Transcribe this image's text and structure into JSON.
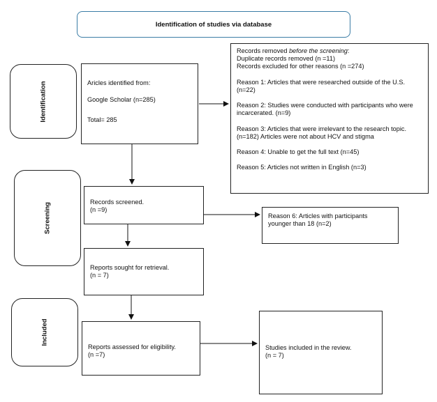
{
  "title": "Identification of studies via database",
  "phases": {
    "identification": "Identification",
    "screening": "Screening",
    "included": "Included"
  },
  "identified": {
    "heading": "Aricles identified from:",
    "source": "Google Scholar (n=285)",
    "total": "Total= 285"
  },
  "removed": {
    "intro_prefix": "Records removed ",
    "intro_em": "before the screening",
    "intro_suffix": ":",
    "duplicates": "Duplicate records removed (n =11)",
    "excluded": "Records excluded for other reasons (n =274)",
    "reason1": "Reason 1: Articles that were researched outside of the U.S. (n=22)",
    "reason2": "Reason 2: Studies were conducted with participants who were incarcerated. (n=9)",
    "reason3": "Reason 3: Articles that were irrelevant to the research topic. (n=182) Articles were not about HCV and stigma",
    "reason4": "Reason 4: Unable to get the full text (n=45)",
    "reason5": "Reason 5: Articles not written in English (n=3)"
  },
  "screened": {
    "label": "Records screened.",
    "n": "(n =9)"
  },
  "reason6": {
    "text": "Reason 6: Articles with participants younger than 18 (n=2)"
  },
  "sought": {
    "label": "Reports sought for retrieval.",
    "n": "(n = 7)"
  },
  "assessed": {
    "label": "Reports assessed for eligibility.",
    "n": "(n =7)"
  },
  "included": {
    "label": "Studies included in the review.",
    "n": "(n = 7)"
  }
}
